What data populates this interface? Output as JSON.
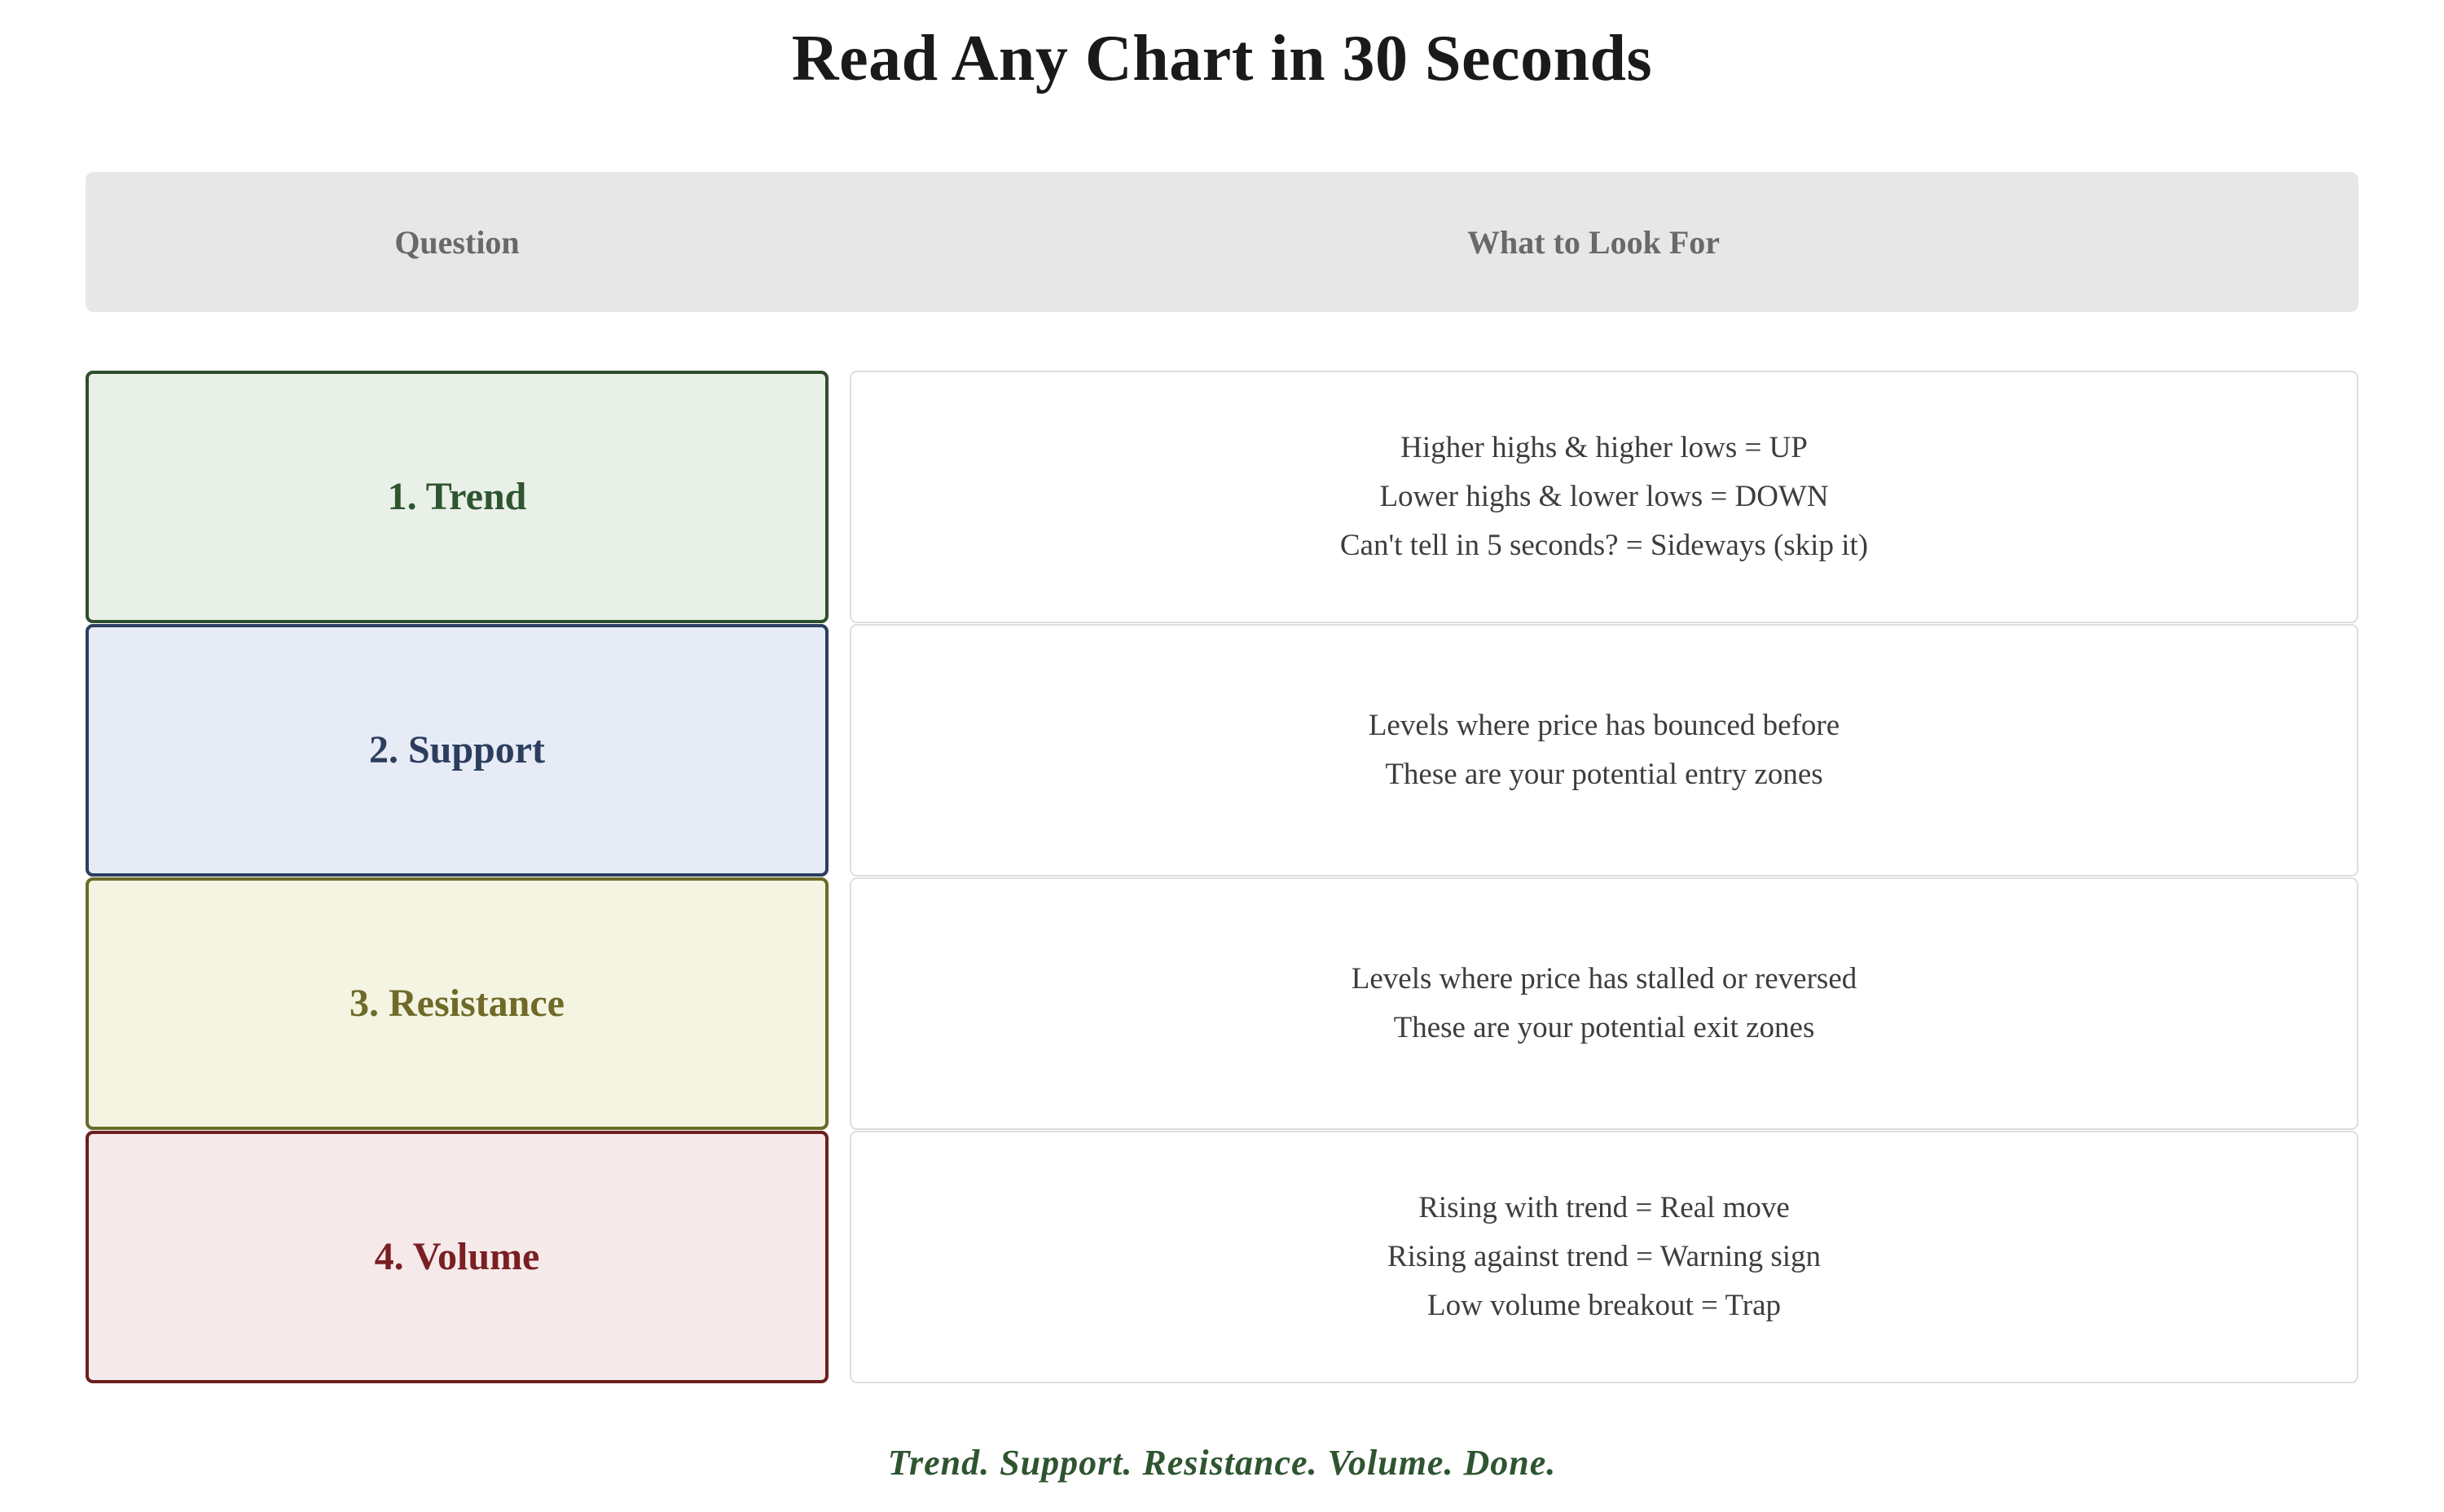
{
  "page": {
    "title": "Read Any Chart in 30 Seconds",
    "footer": "Trend.  Support.  Resistance.  Volume.  Done.",
    "background": "#ffffff"
  },
  "table": {
    "header": {
      "background": "#e7e7e7",
      "text_color": "#696969",
      "columns": [
        {
          "label": "Question"
        },
        {
          "label": "What to Look For"
        }
      ]
    },
    "rows": [
      {
        "key": "trend",
        "question": "1. Trend",
        "bg": "#e9f0e7",
        "border": "#2e4e2c",
        "text_color": "#2e5530",
        "answer_lines": [
          "Higher highs & higher lows = UP",
          "Lower highs & lower lows = DOWN",
          "Can't tell in 5 seconds? = Sideways (skip it)"
        ]
      },
      {
        "key": "support",
        "question": "2. Support",
        "bg": "#e6ebf5",
        "border": "#2c3e5e",
        "text_color": "#2c3e5e",
        "answer_lines": [
          "Levels where price has bounced before",
          "These are your potential entry zones"
        ]
      },
      {
        "key": "resistance",
        "question": "3. Resistance",
        "bg": "#f4f4e2",
        "border": "#6b6b2a",
        "text_color": "#6f6a28",
        "answer_lines": [
          "Levels where price has stalled or reversed",
          "These are your potential exit zones"
        ]
      },
      {
        "key": "volume",
        "question": "4. Volume",
        "bg": "#f6e9e9",
        "border": "#6b1f1f",
        "text_color": "#7a1f22",
        "answer_lines": [
          "Rising with trend = Real move",
          "Rising against trend = Warning sign",
          "Low volume breakout = Trap"
        ]
      }
    ]
  }
}
